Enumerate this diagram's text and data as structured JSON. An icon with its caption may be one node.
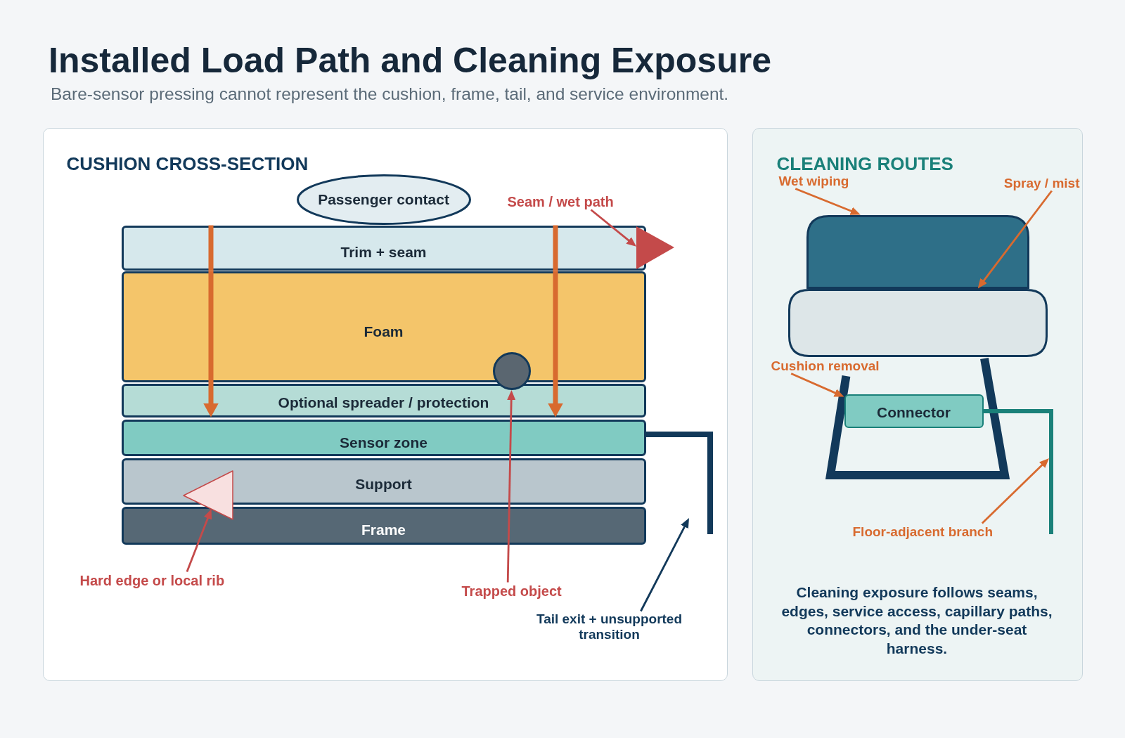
{
  "diagram": {
    "title": "Installed Load Path and Cleaning Exposure",
    "nodes": [
      {
        "text": [
          "CUSHION CROSS-SECTION"
        ]
      },
      {
        "text": [
          "Passenger contact"
        ],
        "in": 0
      },
      {
        "text": [
          "Trim + seam"
        ],
        "in": 0
      },
      {
        "text": [
          "Foam"
        ],
        "in": 0
      },
      {
        "text": [
          "Optional spreader / protection"
        ],
        "in": 0
      },
      {
        "text": [
          "Sensor zone"
        ],
        "in": 0
      },
      {
        "text": [
          "Support"
        ],
        "in": 0
      },
      {
        "text": [
          "Frame"
        ],
        "in": 0
      },
      {
        "text": [
          "Seam / wet path"
        ],
        "in": 0
      },
      {
        "text": [],
        "shape": "triangle",
        "in": 0
      },
      {
        "text": [],
        "shape": "circle",
        "in": 0
      },
      {
        "text": [
          "Trapped object"
        ],
        "in": 0
      },
      {
        "text": [],
        "shape": "triangle",
        "in": 0
      },
      {
        "text": [
          "Hard edge or local rib"
        ],
        "in": 0
      },
      {
        "text": [
          "Tail exit + unsupported transition"
        ],
        "in": 0
      },
      {
        "text": [
          "CLEANING ROUTES"
        ]
      },
      {
        "text": [
          "Wet wiping"
        ],
        "in": 15
      },
      {
        "text": [
          "Spray / mist"
        ],
        "in": 15
      },
      {
        "text": [],
        "shape": "box",
        "in": 15
      },
      {
        "text": [],
        "shape": "box",
        "in": 15
      },
      {
        "text": [
          "Cushion removal"
        ],
        "in": 15
      },
      {
        "text": [
          "Connector"
        ],
        "in": 15
      },
      {
        "text": [
          "Floor-adjacent branch"
        ],
        "in": 15
      }
    ],
    "edges": [
      {
        "from": 8,
        "to": 9,
        "arrow": "to",
        "color": "#c44a4a"
      },
      {
        "from": 11,
        "to": 10,
        "arrow": "to",
        "color": "#c44a4a"
      },
      {
        "from": 13,
        "to": 12,
        "arrow": "to",
        "color": "#c44a4a"
      },
      {
        "from": 14,
        "to": null,
        "arrow": "to",
        "color": "#12395a"
      },
      {
        "from": 16,
        "to": 18,
        "arrow": "to"
      },
      {
        "from": 17,
        "to": 19,
        "arrow": "to"
      },
      {
        "from": 20,
        "to": 21,
        "arrow": "to"
      },
      {
        "from": 22,
        "to": null,
        "arrow": "to"
      },
      {
        "from": 2,
        "to": 3,
        "arrow": "none",
        "style": "thick"
      },
      {
        "from": 3,
        "to": 4,
        "arrow": "to",
        "style": "thick"
      },
      {
        "from": 2,
        "to": 3,
        "arrow": "none",
        "style": "thick"
      },
      {
        "from": 3,
        "to": 4,
        "arrow": "to",
        "style": "thick"
      }
    ],
    "labels": [
      "Bare-sensor pressing cannot represent the cushion, frame, tail, and service environment.",
      "Cleaning exposure follows seams, edges, service access, capillary paths, connectors, and the under-seat harness."
    ]
  }
}
